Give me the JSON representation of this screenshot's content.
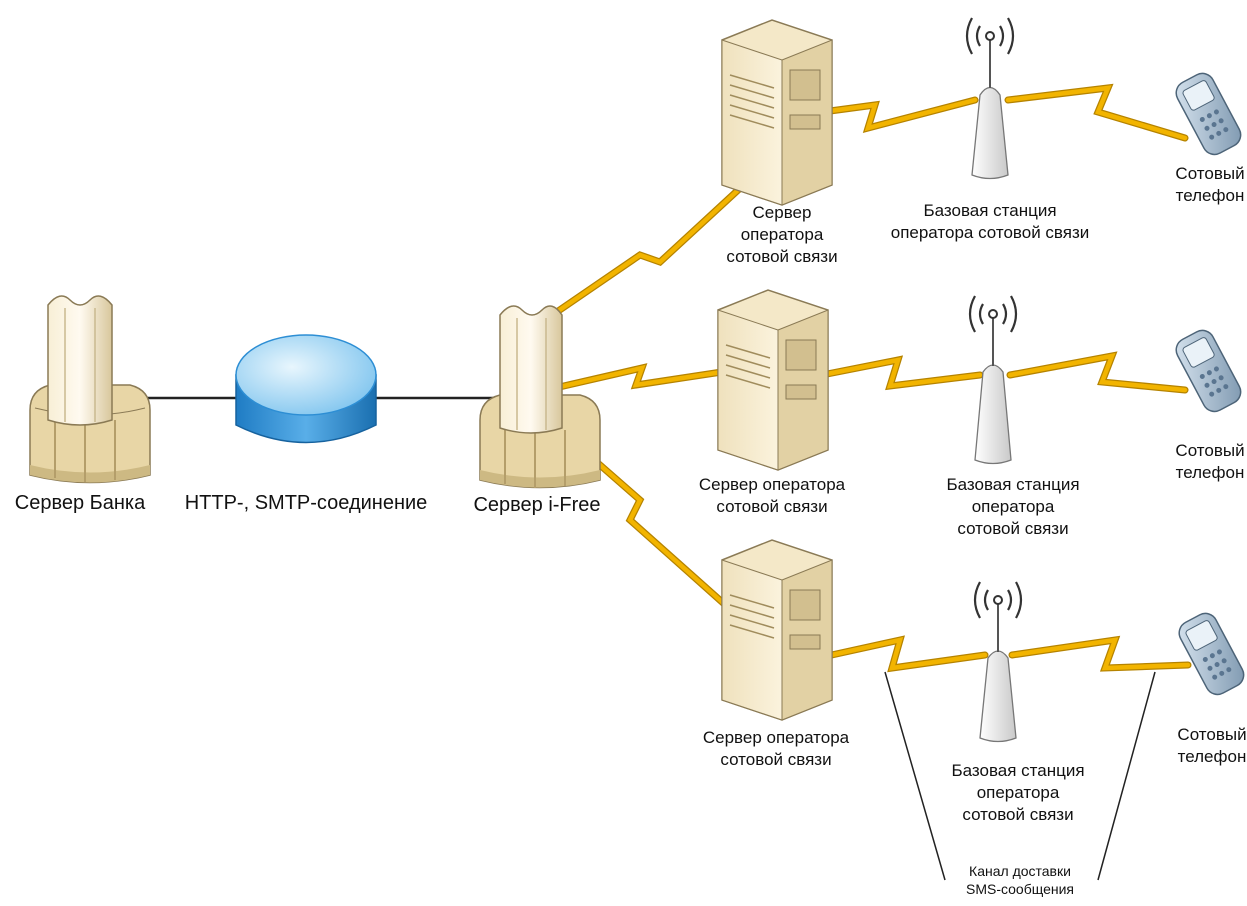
{
  "labels": {
    "bank_server": "Сервер Банка",
    "connection": "HTTP-, SMTP-соединение",
    "ifree_server": "Сервер i-Free",
    "operator_server_1": [
      "Сервер",
      "оператора",
      "сотовой связи"
    ],
    "operator_server_2": [
      "Сервер оператора",
      "сотовой связи"
    ],
    "operator_server_3": [
      "Сервер оператора",
      "сотовой связи"
    ],
    "base_station_1": [
      "Базовая станция",
      "оператора сотовой связи"
    ],
    "base_station_2": [
      "Базовая станция",
      "оператора",
      "сотовой связи"
    ],
    "base_station_3": [
      "Базовая станция",
      "оператора",
      "сотовой связи"
    ],
    "phone_1": [
      "Сотовый",
      "телефон"
    ],
    "phone_2": [
      "Сотовый",
      "телефон"
    ],
    "phone_3": [
      "Сотовый",
      "телефон"
    ],
    "sms_channel": [
      "Канал доставки",
      "SMS-сообщения"
    ]
  },
  "colors": {
    "link": "#f2b400",
    "link_edge": "#b58300",
    "server_body": "#f3e6c4",
    "server_shade": "#d9c79a",
    "cloud_top": "#bfe3f7",
    "cloud_side": "#2d8ed4",
    "phone": "#9fb7cc"
  },
  "icons": {
    "bank_server": "tower-server-icon",
    "network": "cloud-cylinder-icon",
    "ifree_server": "tower-server-icon",
    "operator_server": "rack-server-icon",
    "base_station": "antenna-icon",
    "phone": "cellphone-icon"
  }
}
